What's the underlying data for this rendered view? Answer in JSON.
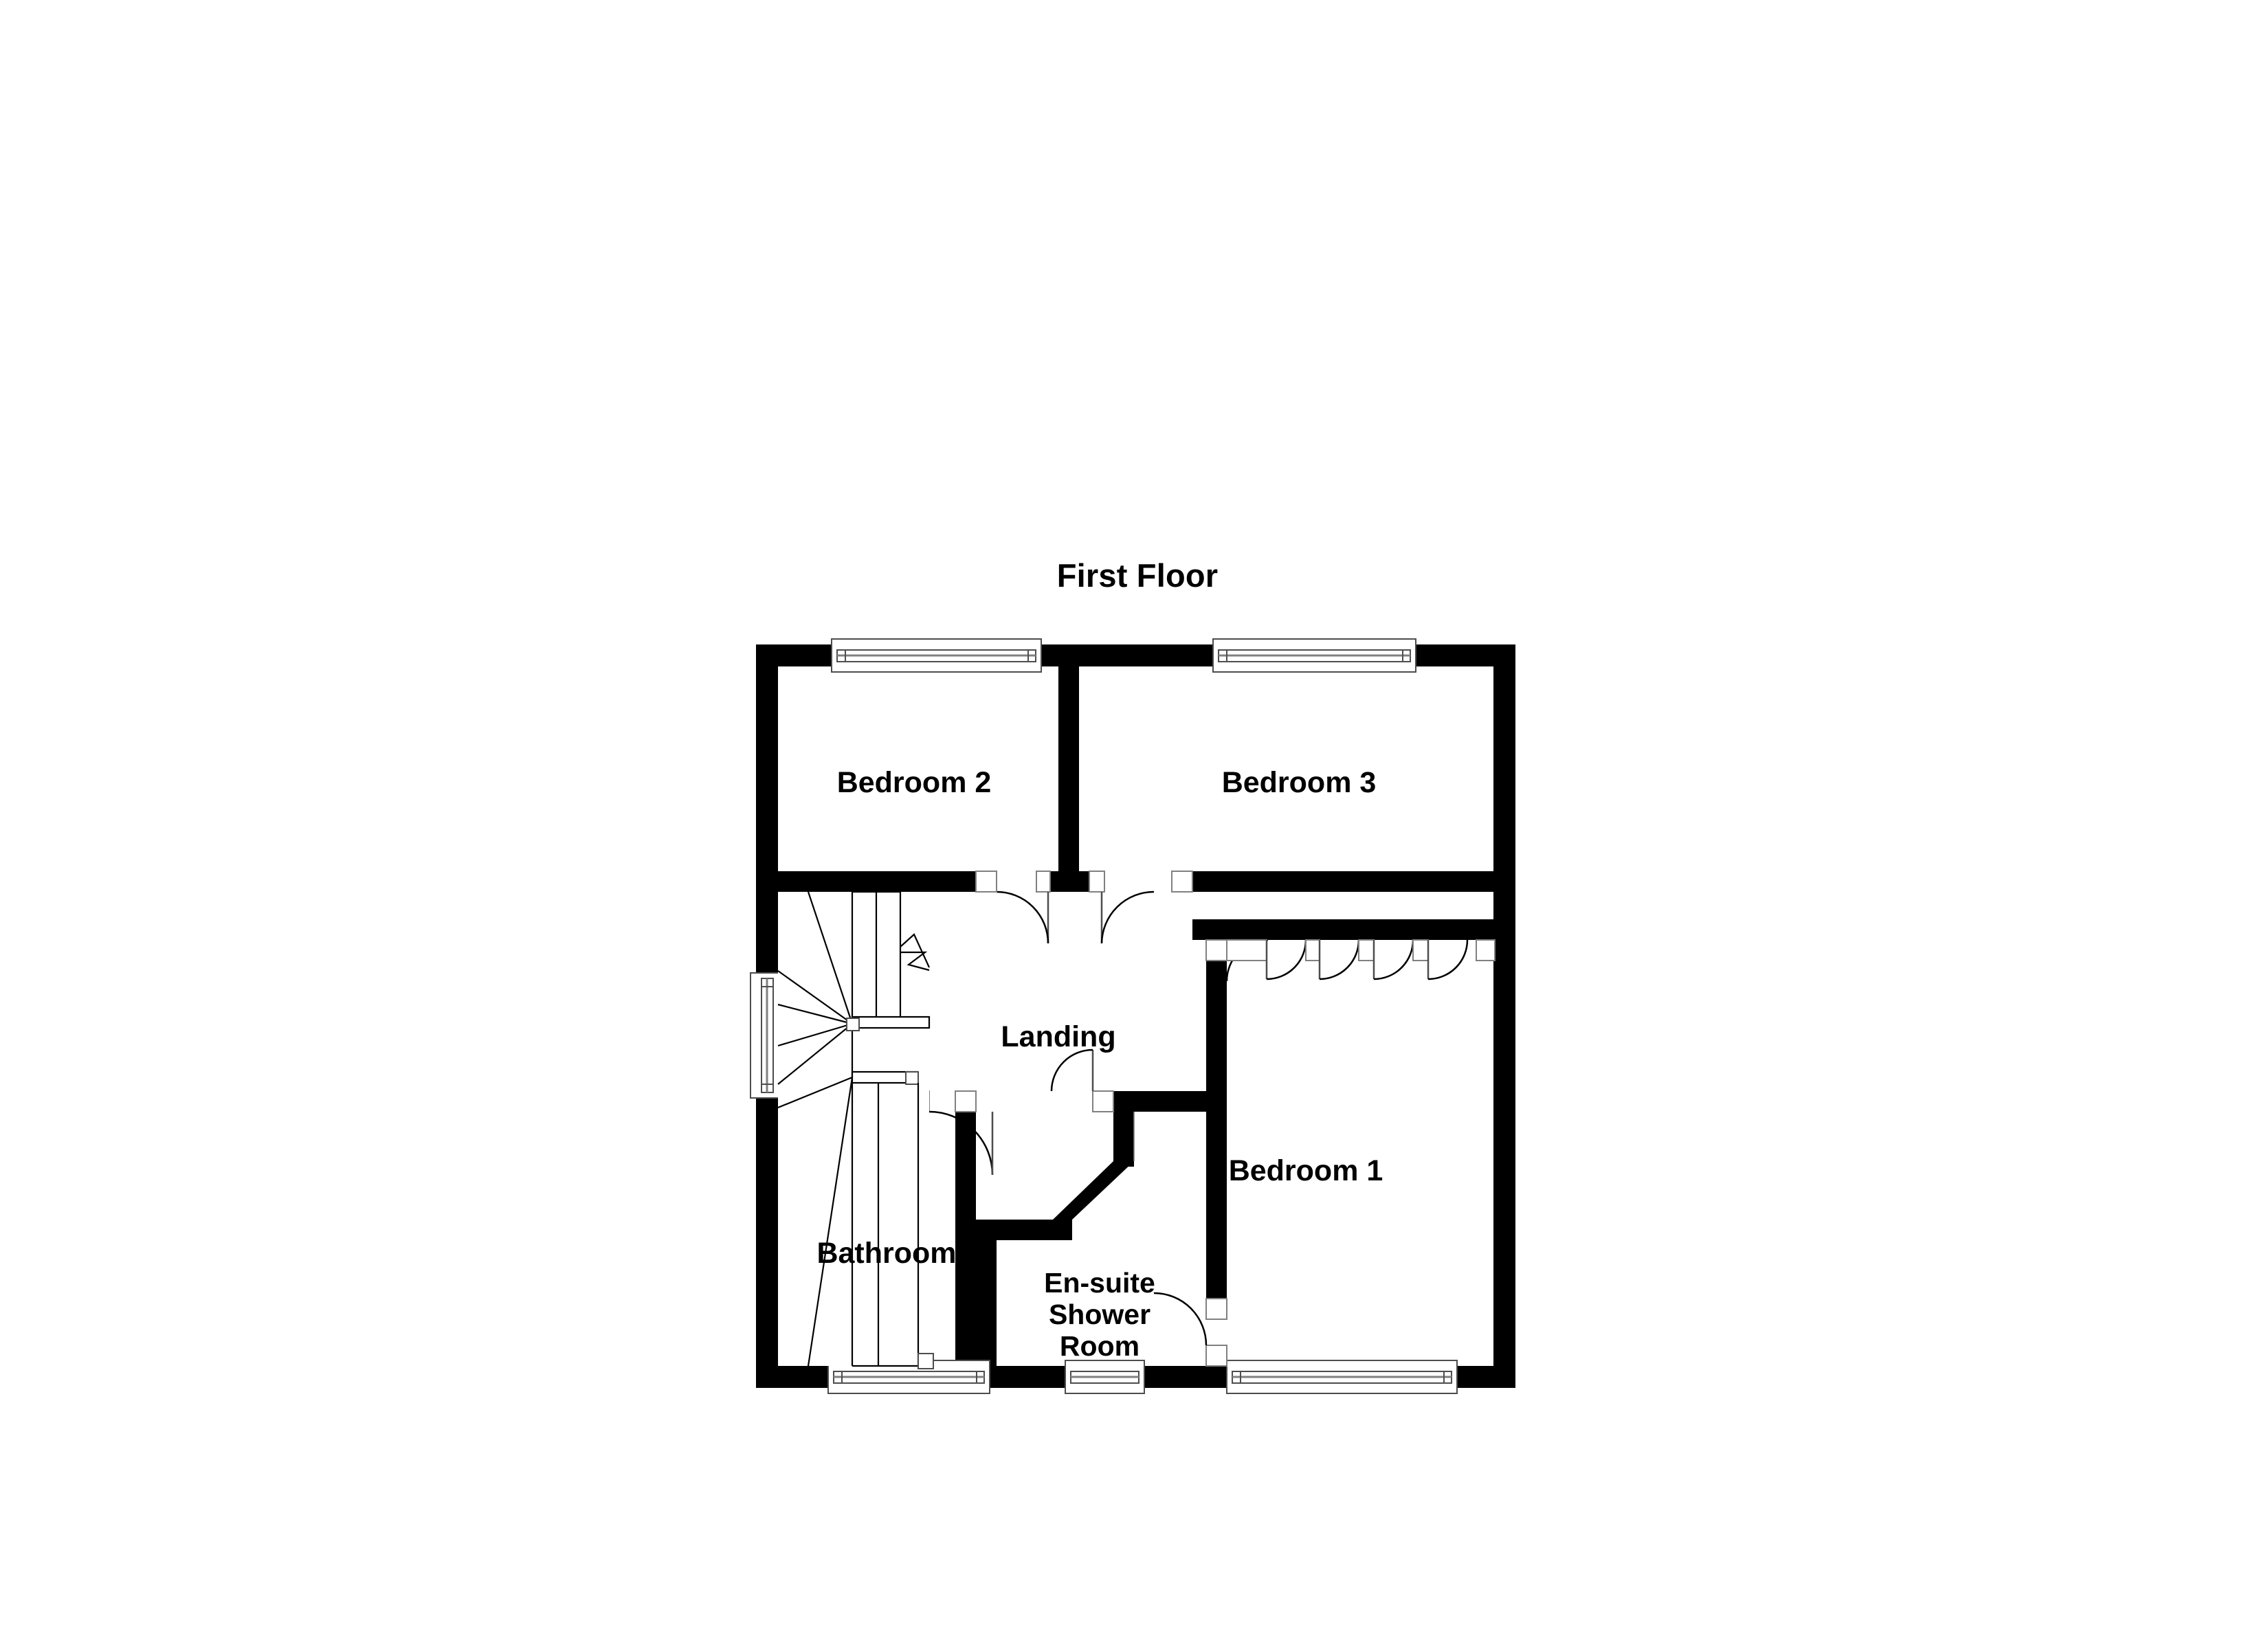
{
  "document": {
    "title": "First Floor",
    "type": "floor-plan",
    "background_color": "#ffffff",
    "wall_color": "#000000",
    "line_color": "#000000"
  },
  "rooms": [
    {
      "id": "bedroom2",
      "label": "Bedroom 2"
    },
    {
      "id": "bedroom3",
      "label": "Bedroom 3"
    },
    {
      "id": "landing",
      "label": "Landing"
    },
    {
      "id": "bedroom1",
      "label": "Bedroom 1"
    },
    {
      "id": "bathroom",
      "label": "Bathroom"
    },
    {
      "id": "ensuite",
      "label": "En-suite\nShower\nRoom"
    }
  ],
  "features": {
    "windows": [
      {
        "id": "window-bedroom2-north",
        "wall": "north",
        "room": "bedroom2"
      },
      {
        "id": "window-bedroom3-north",
        "wall": "north",
        "room": "bedroom3"
      },
      {
        "id": "window-landing-west",
        "wall": "west",
        "room": "landing"
      },
      {
        "id": "window-bathroom-south",
        "wall": "south",
        "room": "bathroom"
      },
      {
        "id": "window-ensuite-south",
        "wall": "south",
        "room": "ensuite"
      },
      {
        "id": "window-bedroom1-south",
        "wall": "south",
        "room": "bedroom1"
      }
    ],
    "doors": [
      {
        "id": "door-bedroom2",
        "room": "bedroom2"
      },
      {
        "id": "door-bedroom3",
        "room": "bedroom3"
      },
      {
        "id": "door-bathroom",
        "room": "bathroom"
      },
      {
        "id": "door-ensuite",
        "room": "ensuite"
      },
      {
        "id": "door-bedroom1",
        "room": "bedroom1"
      },
      {
        "id": "door-wardrobe-1",
        "room": "bedroom1"
      },
      {
        "id": "door-wardrobe-2",
        "room": "bedroom1"
      },
      {
        "id": "door-wardrobe-3",
        "room": "bedroom1"
      },
      {
        "id": "door-wardrobe-4",
        "room": "bedroom1"
      }
    ],
    "stairs": {
      "id": "staircase",
      "room": "landing",
      "type": "winder"
    }
  }
}
